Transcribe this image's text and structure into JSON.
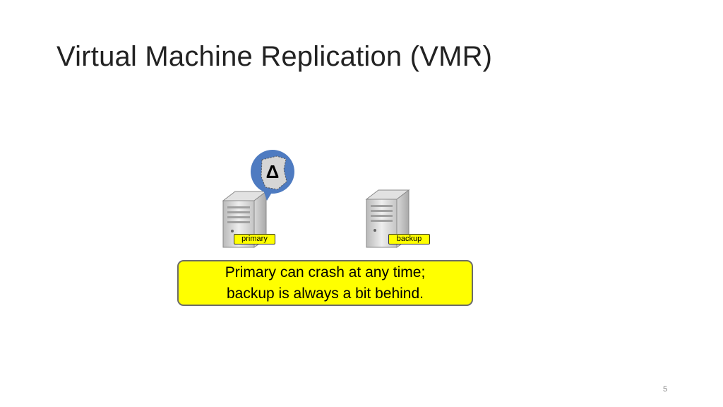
{
  "slide": {
    "title": "Virtual Machine Replication (VMR)",
    "page_number": "5"
  },
  "diagram": {
    "delta_symbol": "Δ",
    "servers": [
      {
        "label": "primary"
      },
      {
        "label": "backup"
      }
    ],
    "callout": {
      "line1": "Primary can crash at any time;",
      "line2": "backup is always a bit behind."
    }
  },
  "colors": {
    "label_fill": "#ffff00",
    "callout_fill": "#ffff00",
    "bubble_fill": "#4e7bc1"
  }
}
